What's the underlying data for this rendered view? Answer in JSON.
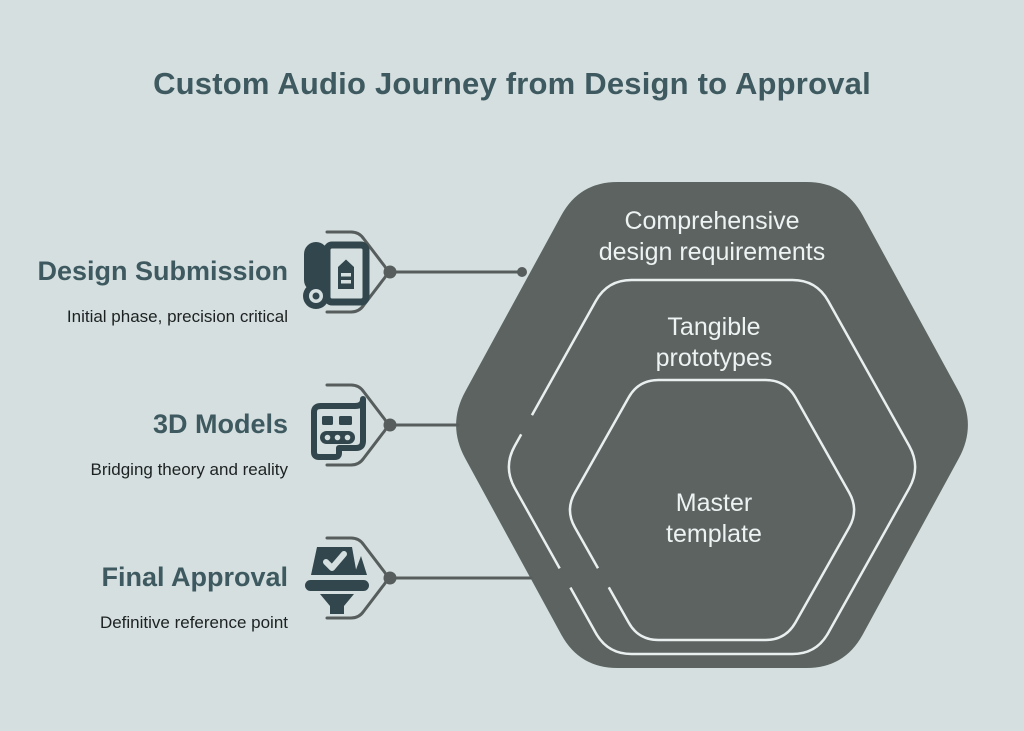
{
  "title": "Custom Audio Journey from Design to Approval",
  "colors": {
    "background": "#d5dfdf",
    "hexagon_fill": "#5c6361",
    "hexagon_outline": "#e9efef",
    "hexagon_text": "#edf2f2",
    "accent_teal": "#3e5a60",
    "body_text": "#1d2121",
    "connector": "#575d5c",
    "icon": "#32474d"
  },
  "steps": [
    {
      "heading": "Design Submission",
      "subtitle": "Initial phase, precision critical",
      "icon": "blueprint-document-icon"
    },
    {
      "heading": "3D Models",
      "subtitle": "Bridging theory and reality",
      "icon": "model-scroll-icon"
    },
    {
      "heading": "Final Approval",
      "subtitle": "Definitive reference point",
      "icon": "approval-stamp-icon"
    }
  ],
  "hexagons": [
    {
      "level": "outer",
      "lines": [
        "Comprehensive",
        "design requirements"
      ]
    },
    {
      "level": "middle",
      "lines": [
        "Tangible",
        "prototypes"
      ]
    },
    {
      "level": "inner",
      "lines": [
        "Master",
        "template"
      ]
    }
  ]
}
